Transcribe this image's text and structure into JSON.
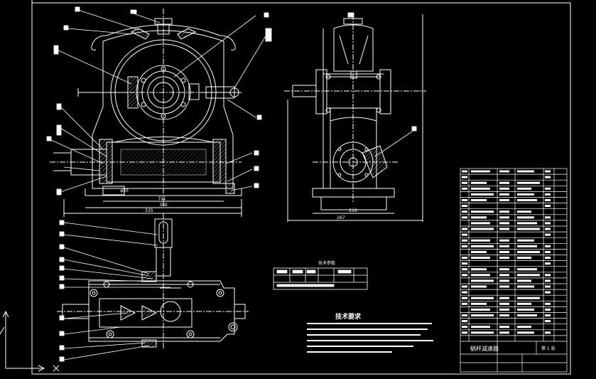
{
  "drawing": {
    "tech_req_title": "技术要求",
    "title_block_name": "蜗杆减速器",
    "sheet_label": "第 1 张",
    "param_table_title": "技术参数"
  },
  "dimensions": {
    "front_width_1": "311",
    "front_width_2": "386",
    "front_width_total": "535",
    "front_shaft": "φ50",
    "side_base_1": "216",
    "side_base_2": "267"
  },
  "colors": {
    "background": "#000000",
    "lines": "#ffffff",
    "centerlines": "#ffffff"
  }
}
